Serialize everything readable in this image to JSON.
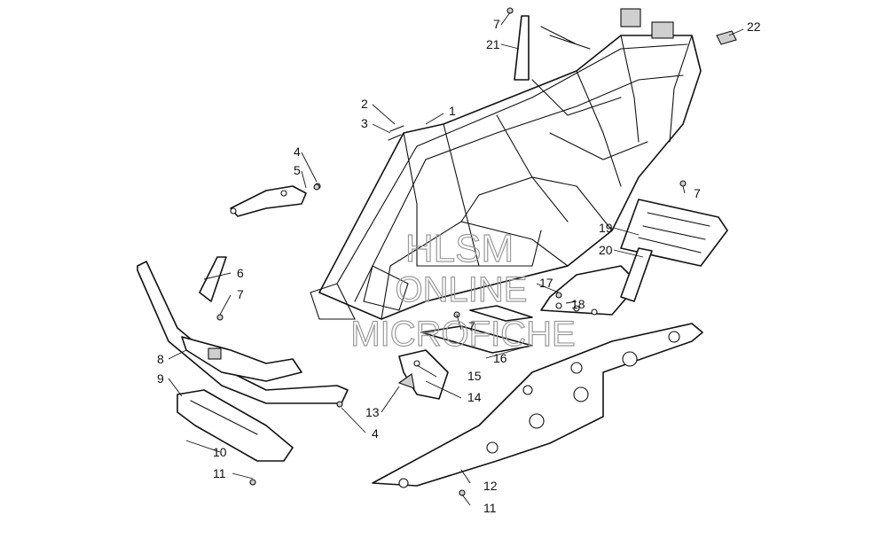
{
  "diagram": {
    "callouts": [
      {
        "key": "c1",
        "label": "1"
      },
      {
        "key": "c2",
        "label": "2"
      },
      {
        "key": "c3",
        "label": "3"
      },
      {
        "key": "c4a",
        "label": "4"
      },
      {
        "key": "c4b",
        "label": "4"
      },
      {
        "key": "c5",
        "label": "5"
      },
      {
        "key": "c6",
        "label": "6"
      },
      {
        "key": "c7a",
        "label": "7"
      },
      {
        "key": "c7b",
        "label": "7"
      },
      {
        "key": "c7c",
        "label": "7"
      },
      {
        "key": "c7d",
        "label": "7"
      },
      {
        "key": "c8",
        "label": "8"
      },
      {
        "key": "c9",
        "label": "9"
      },
      {
        "key": "c10",
        "label": "10"
      },
      {
        "key": "c11a",
        "label": "11"
      },
      {
        "key": "c11b",
        "label": "11"
      },
      {
        "key": "c12",
        "label": "12"
      },
      {
        "key": "c13",
        "label": "13"
      },
      {
        "key": "c14",
        "label": "14"
      },
      {
        "key": "c15",
        "label": "15"
      },
      {
        "key": "c16",
        "label": "16"
      },
      {
        "key": "c17",
        "label": "17"
      },
      {
        "key": "c18",
        "label": "18"
      },
      {
        "key": "c19",
        "label": "19"
      },
      {
        "key": "c20",
        "label": "20"
      },
      {
        "key": "c21",
        "label": "21"
      },
      {
        "key": "c22",
        "label": "22"
      }
    ]
  },
  "watermark": {
    "line1": "HLSM",
    "line2": "ONLINE",
    "line3": "MICROFICHE"
  }
}
